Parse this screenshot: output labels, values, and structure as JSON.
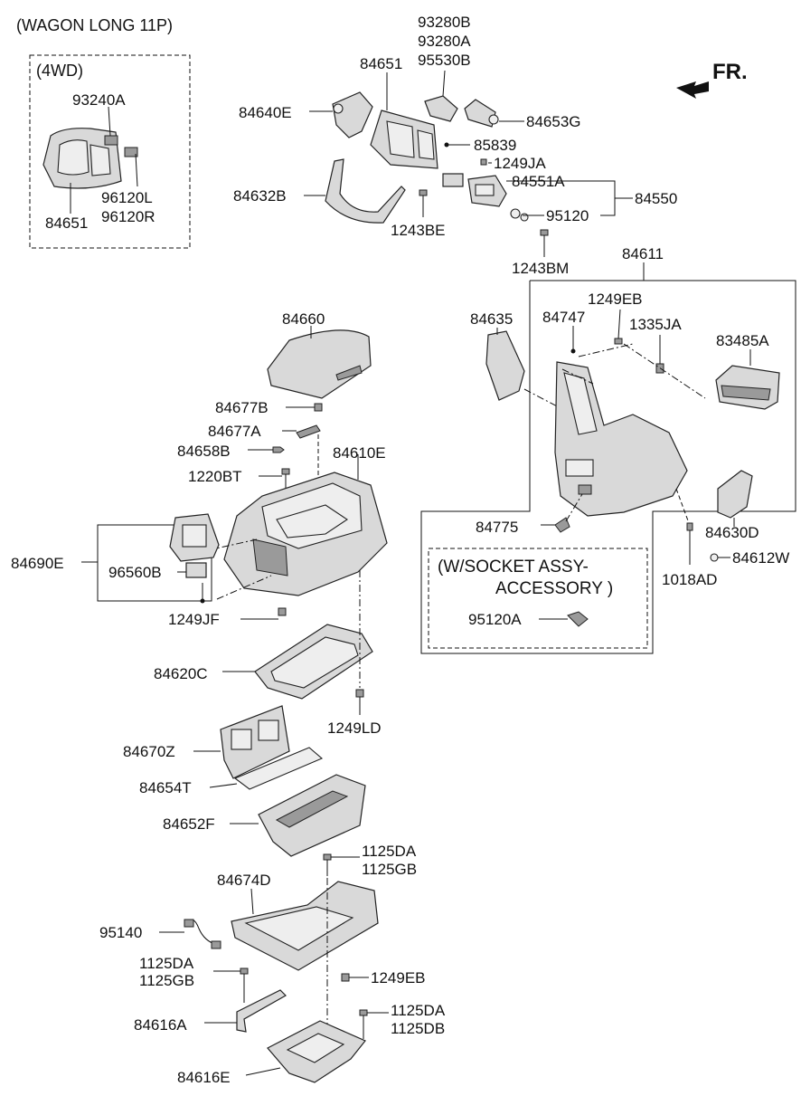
{
  "headers": {
    "wagon": "(WAGON LONG 11P)",
    "fourwd": "(4WD)",
    "socket_line1": "(W/SOCKET ASSY-",
    "socket_line2": "ACCESSORY )",
    "fr": "FR."
  },
  "labels": [
    "93240A",
    "96120L",
    "96120R",
    "84651",
    "93280B",
    "93280A",
    "95530B",
    "84651",
    "84640E",
    "84653G",
    "85839",
    "1249JA",
    "84551A",
    "84550",
    "84632B",
    "1243BE",
    "95120",
    "1243BM",
    "84611",
    "1249EB",
    "84635",
    "84747",
    "1335JA",
    "83485A",
    "84660",
    "84677B",
    "84677A",
    "84658B",
    "84610E",
    "1220BT",
    "84690E",
    "96560B",
    "1249JF",
    "84775",
    "84630D",
    "84612W",
    "1018AD",
    "95120A",
    "84620C",
    "1249LD",
    "84670Z",
    "84654T",
    "84652F",
    "1125DA",
    "1125GB",
    "84674D",
    "95140",
    "1125DA",
    "1125GB",
    "1249EB",
    "84616A",
    "1125DA",
    "1125DB",
    "84616E"
  ]
}
